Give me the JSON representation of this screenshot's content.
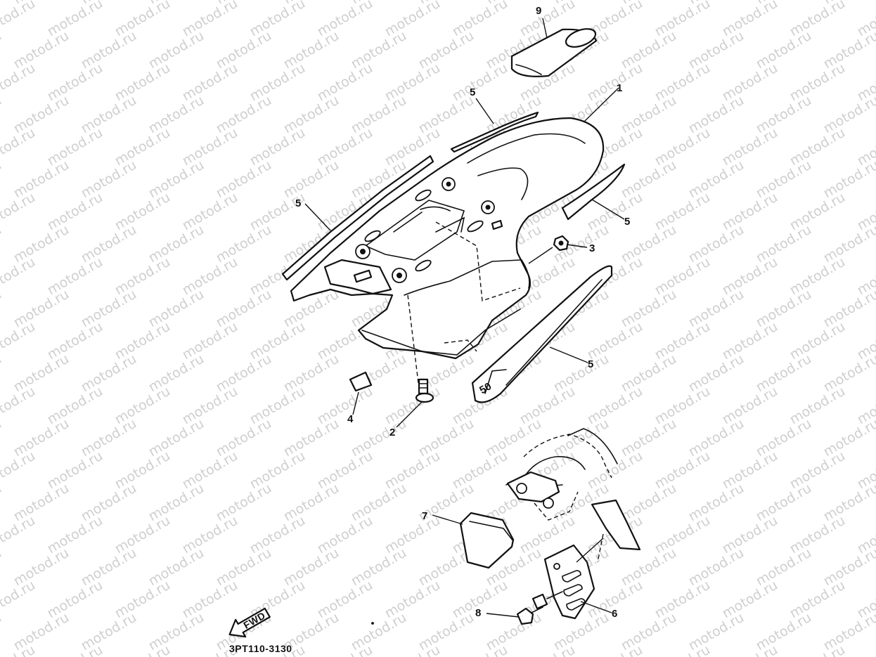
{
  "watermark": {
    "text": "motod.ru"
  },
  "callouts": [
    {
      "id": "1",
      "label": "1"
    },
    {
      "id": "2",
      "label": "2"
    },
    {
      "id": "3",
      "label": "3"
    },
    {
      "id": "4",
      "label": "4"
    },
    {
      "id": "5a",
      "label": "5"
    },
    {
      "id": "5b",
      "label": "5"
    },
    {
      "id": "5c",
      "label": "5"
    },
    {
      "id": "5d",
      "label": "5"
    },
    {
      "id": "6",
      "label": "6"
    },
    {
      "id": "7",
      "label": "7"
    },
    {
      "id": "8",
      "label": "8"
    },
    {
      "id": "9",
      "label": "9"
    }
  ],
  "emblem": {
    "text": "50"
  },
  "forward_arrow": {
    "text": "FWD"
  },
  "diagram_code": "3PT110-3130"
}
